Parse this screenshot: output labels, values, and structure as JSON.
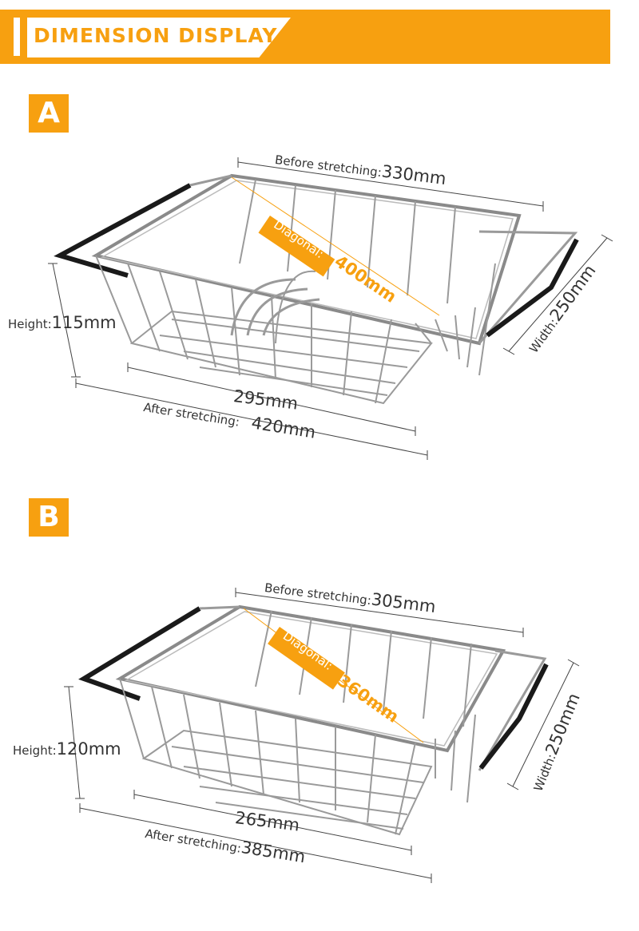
{
  "header": {
    "title": "DIMENSION DISPLAY"
  },
  "colors": {
    "accent": "#f7a010",
    "wire": "#9a9a9a",
    "grip": "#1a1a1a"
  },
  "section_a": {
    "badge": "A",
    "before_label": "Before stretching:",
    "before_value": "330mm",
    "diagonal_label": "Diagonal:",
    "diagonal_value": "400mm",
    "width_label": "Width:",
    "width_value": "250mm",
    "height_label": "Height:",
    "height_value": "115mm",
    "base_value": "295mm",
    "after_label": "After stretching:",
    "after_value": "420mm"
  },
  "section_b": {
    "badge": "B",
    "before_label": "Before stretching:",
    "before_value": "305mm",
    "diagonal_label": "Diagonal:",
    "diagonal_value": "360mm",
    "width_label": "Width:",
    "width_value": "250mm",
    "height_label": "Height:",
    "height_value": "120mm",
    "base_value": "265mm",
    "after_label": "After stretching:",
    "after_value": "385mm"
  }
}
